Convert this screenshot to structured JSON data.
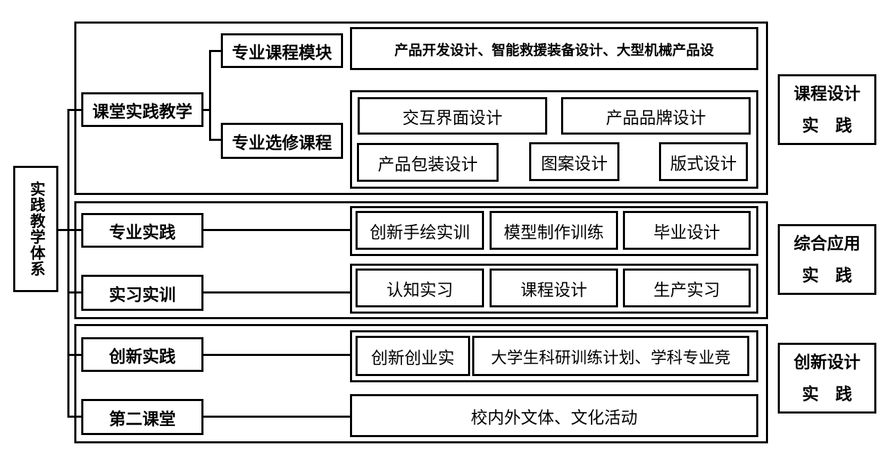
{
  "root": "实践教学体系",
  "section1": {
    "main": "课堂实践教学",
    "sub1": {
      "label": "专业课程模块",
      "content": "产品开发设计、智能救援装备设计、大型机械产品设"
    },
    "sub2": {
      "label": "专业选修课程",
      "items": [
        "交互界面设计",
        "产品品牌设计",
        "产品包装设计",
        "图案设计",
        "版式设计"
      ]
    },
    "side": [
      "课程设计",
      "实　践"
    ]
  },
  "section2": {
    "row1": {
      "label": "专业实践",
      "items": [
        "创新手绘实训",
        "模型制作训练",
        "毕业设计"
      ]
    },
    "row2": {
      "label": "实习实训",
      "items": [
        "认知实习",
        "课程设计",
        "生产实习"
      ]
    },
    "side": [
      "综合应用",
      "实　践"
    ]
  },
  "section3": {
    "row1": {
      "label": "创新实践",
      "items": [
        "创新创业实",
        "大学生科研训练计划、学科专业竞"
      ]
    },
    "row2": {
      "label": "第二课堂",
      "content": "校内外文体、文化活动"
    },
    "side": [
      "创新设计",
      "实　践"
    ]
  }
}
